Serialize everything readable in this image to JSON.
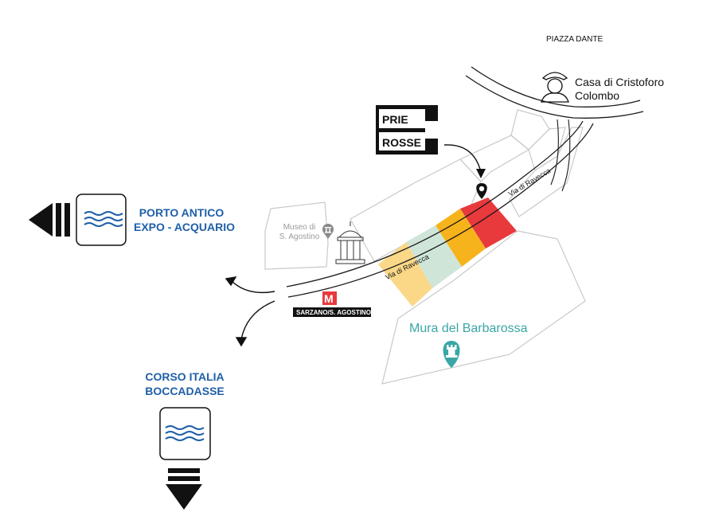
{
  "landmarks": {
    "piazza": "PIAZZA DANTE",
    "casa_line1": "Casa di Cristoforo",
    "casa_line2": "Colombo",
    "museo_line1": "Museo di",
    "museo_line2": "S. Agostino",
    "mura": "Mura del Barbarossa"
  },
  "streets": {
    "via_upper": "Via di Ravecca",
    "via_lower": "Via di Ravecca"
  },
  "logo": {
    "line1": "PRIE",
    "line2": "ROSSE"
  },
  "metro": {
    "icon_letter": "M",
    "station": "SARZANO/S. AGOSTINO"
  },
  "destinations": {
    "porto_line1": "PORTO ANTICO",
    "porto_line2": "EXPO - ACQUARIO",
    "corso_line1": "CORSO ITALIA",
    "corso_line2": "BOCCADASSE"
  },
  "colors": {
    "red": "#e8393d",
    "orange": "#f7b31b",
    "mint": "#cfe5d8",
    "peach": "#fbd888",
    "blue": "#1f5fa8",
    "teal": "#3aa7a6",
    "metro_red": "#e8393d"
  },
  "icons": [
    "sea-icon",
    "arrow-left-icon",
    "arrow-down-icon",
    "map-pin-icon",
    "rook-icon",
    "museum-icon",
    "temple-icon",
    "colombo-bust-icon",
    "metro-icon"
  ]
}
